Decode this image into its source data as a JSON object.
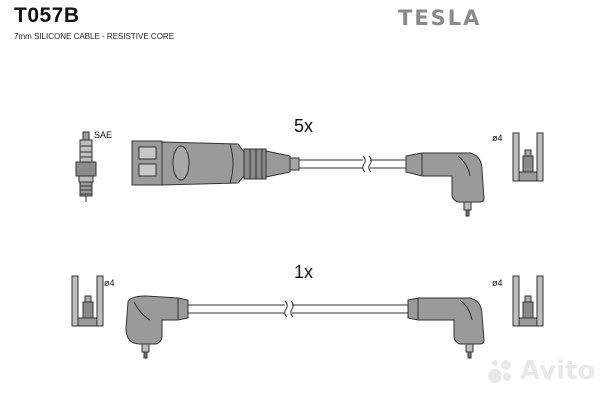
{
  "header": {
    "part_number": "T057B",
    "subtitle": "7mm SILICONE CABLE - RESISTIVE CORE",
    "brand": "TESLA"
  },
  "labels": {
    "sae": "SAE",
    "qty_top": "5x",
    "qty_bottom": "1x",
    "diameter_top_right": "ø4",
    "diameter_bottom_left": "ø4",
    "diameter_bottom_right": "ø4"
  },
  "watermark": {
    "text": "Avito"
  },
  "colors": {
    "line": "#333333",
    "fill": "#9a9a9a",
    "fill_dark": "#7a7a7a",
    "brand": "#8a8a8a"
  }
}
